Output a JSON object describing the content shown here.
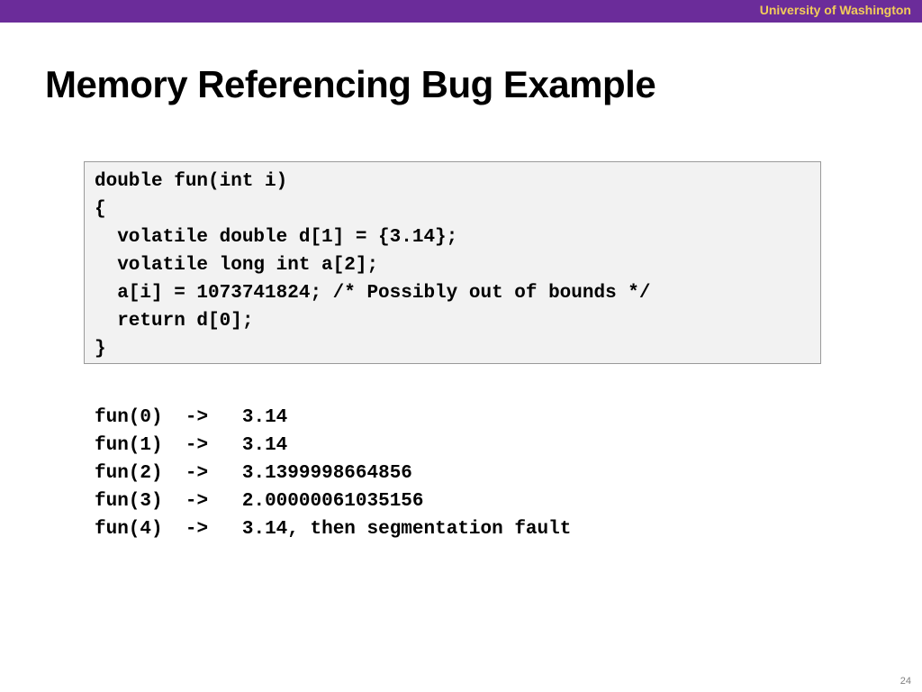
{
  "header": {
    "institution": "University of Washington",
    "accent_color": "#6b2c9a",
    "institution_color": "#f2cc5a"
  },
  "slide": {
    "title": "Memory Referencing Bug Example",
    "page_number": "24"
  },
  "code": {
    "lines": [
      "double fun(int i)",
      "{",
      "  volatile double d[1] = {3.14};",
      "  volatile long int a[2];",
      "  a[i] = 1073741824; /* Possibly out of bounds */",
      "  return d[0];",
      "}"
    ]
  },
  "results": [
    {
      "call": "fun(0)",
      "arrow": "->",
      "value": "3.14"
    },
    {
      "call": "fun(1)",
      "arrow": "->",
      "value": "3.14"
    },
    {
      "call": "fun(2)",
      "arrow": "->",
      "value": "3.1399998664856"
    },
    {
      "call": "fun(3)",
      "arrow": "->",
      "value": "2.00000061035156"
    },
    {
      "call": "fun(4)",
      "arrow": "->",
      "value": "3.14, then segmentation fault"
    }
  ]
}
